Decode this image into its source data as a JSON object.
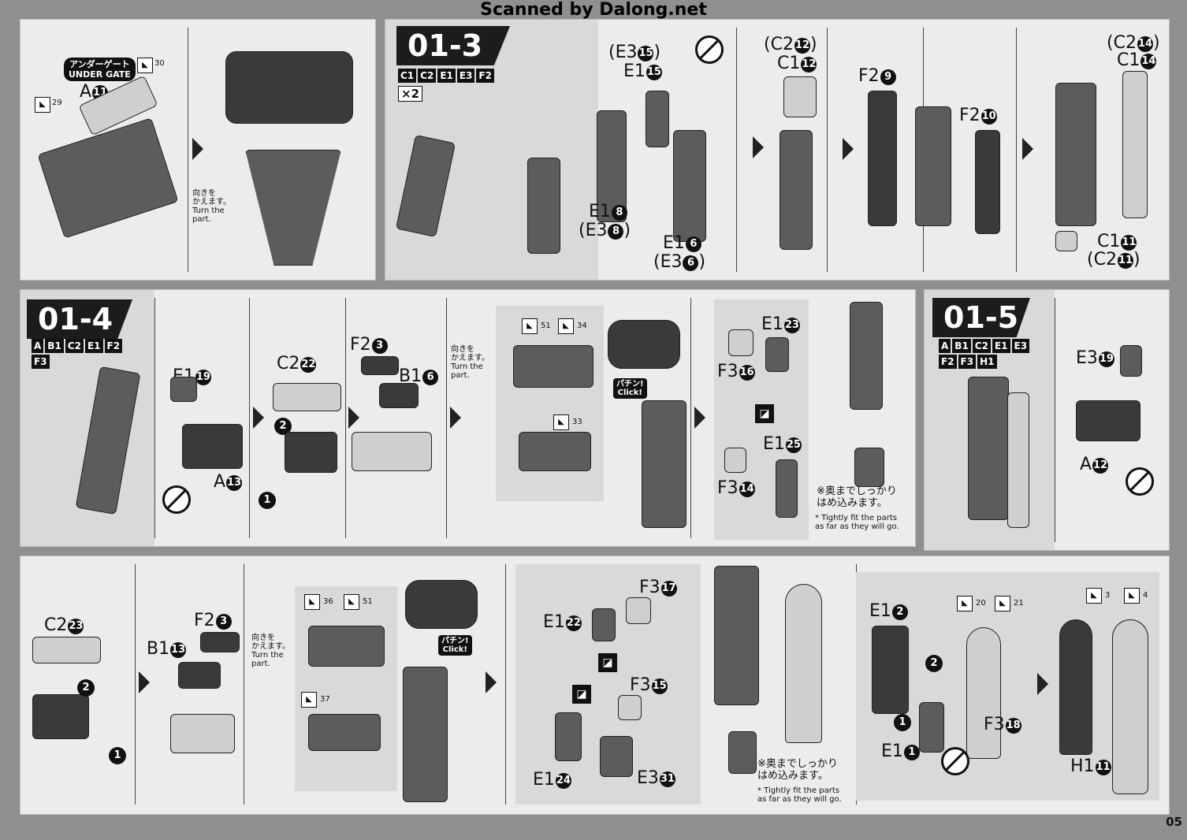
{
  "banner": "Scanned by Dalong.net",
  "page_number": "05",
  "sections": {
    "s013": {
      "title": "01-3",
      "parts": [
        "C1",
        "C2",
        "E1",
        "E3",
        "F2"
      ],
      "multiplier": "×2"
    },
    "s014": {
      "title": "01-4",
      "parts": [
        "A",
        "B1",
        "C2",
        "E1",
        "F2",
        "F3"
      ]
    },
    "s015": {
      "title": "01-5",
      "parts": [
        "A",
        "B1",
        "C2",
        "E1",
        "E3",
        "F2",
        "F3",
        "H1"
      ]
    }
  },
  "under_gate": {
    "jp": "アンダーゲート",
    "en": "UNDER GATE"
  },
  "turn_note": {
    "jp": "向きを\nかえます。",
    "en": "Turn the\npart."
  },
  "click": {
    "jp": "パチン!",
    "en": "Click!"
  },
  "fit_note": {
    "jp": "※奥までしっかり\nはめ込みます。",
    "en": "* Tightly fit the parts\nas far as they will go."
  },
  "labels": {
    "a11": {
      "p": "A",
      "n": "11"
    },
    "e315": {
      "p": "(E3",
      "n": "15",
      "s": ")"
    },
    "e115": {
      "p": "E1",
      "n": "15"
    },
    "c212": {
      "p": "(C2",
      "n": "12",
      "s": ")"
    },
    "c112": {
      "p": "C1",
      "n": "12"
    },
    "f29": {
      "p": "F2",
      "n": "9"
    },
    "f210": {
      "p": "F2",
      "n": "10"
    },
    "c214": {
      "p": "(C2",
      "n": "14",
      "s": ")"
    },
    "c114": {
      "p": "C1",
      "n": "14"
    },
    "e18": {
      "p": "E1",
      "n": "8"
    },
    "e38": {
      "p": "(E3",
      "n": "8",
      "s": ")"
    },
    "e16": {
      "p": "E1",
      "n": "6"
    },
    "e36": {
      "p": "(E3",
      "n": "6",
      "s": ")"
    },
    "c111": {
      "p": "C1",
      "n": "11"
    },
    "c211": {
      "p": "(C2",
      "n": "11",
      "s": ")"
    },
    "e119": {
      "p": "E1",
      "n": "19"
    },
    "a13": {
      "p": "A",
      "n": "13"
    },
    "c222": {
      "p": "C2",
      "n": "22"
    },
    "f23a": {
      "p": "F2",
      "n": "3"
    },
    "b16": {
      "p": "B1",
      "n": "6"
    },
    "e123": {
      "p": "E1",
      "n": "23"
    },
    "f316": {
      "p": "F3",
      "n": "16"
    },
    "e125": {
      "p": "E1",
      "n": "25"
    },
    "f314": {
      "p": "F3",
      "n": "14"
    },
    "e319": {
      "p": "E3",
      "n": "19"
    },
    "a12": {
      "p": "A",
      "n": "12"
    },
    "c223": {
      "p": "C2",
      "n": "23"
    },
    "f23b": {
      "p": "F2",
      "n": "3"
    },
    "b113": {
      "p": "B1",
      "n": "13"
    },
    "f317": {
      "p": "F3",
      "n": "17"
    },
    "e122": {
      "p": "E1",
      "n": "22"
    },
    "f315": {
      "p": "F3",
      "n": "15"
    },
    "e124": {
      "p": "E1",
      "n": "24"
    },
    "e331": {
      "p": "E3",
      "n": "31"
    },
    "e12": {
      "p": "E1",
      "n": "2"
    },
    "e11": {
      "p": "E1",
      "n": "1"
    },
    "f318": {
      "p": "F3",
      "n": "18"
    },
    "h111": {
      "p": "H1",
      "n": "11"
    }
  },
  "sticker_ids": [
    "30",
    "29",
    "51",
    "34",
    "33",
    "36",
    "51",
    "37",
    "20",
    "21",
    "3",
    "4"
  ],
  "step_numbers": [
    "2",
    "1",
    "2",
    "1",
    "2",
    "1"
  ]
}
